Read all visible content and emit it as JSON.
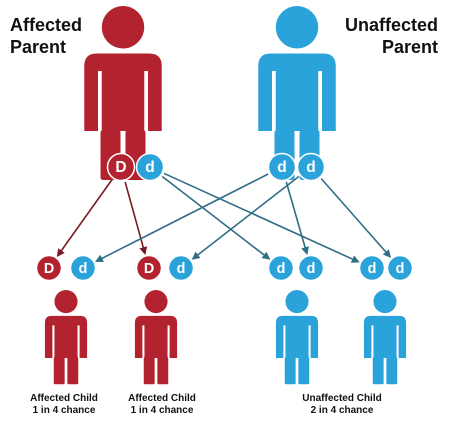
{
  "parents": [
    {
      "label_line1": "Affected",
      "label_line2": "Parent",
      "alleles": [
        "D",
        "d"
      ]
    },
    {
      "label_line1": "Unaffected",
      "label_line2": "Parent",
      "alleles": [
        "d",
        "d"
      ]
    }
  ],
  "children": [
    {
      "alleles": [
        "D",
        "d"
      ],
      "status": "affected"
    },
    {
      "alleles": [
        "D",
        "d"
      ],
      "status": "affected"
    },
    {
      "alleles": [
        "d",
        "d"
      ],
      "status": "unaffected"
    },
    {
      "alleles": [
        "d",
        "d"
      ],
      "status": "unaffected"
    }
  ],
  "captions": [
    {
      "line1": "Affected Child",
      "line2": "1 in 4 chance"
    },
    {
      "line1": "Affected Child",
      "line2": "1 in 4 chance"
    },
    {
      "line1": "Unaffected Child",
      "line2": "2 in 4 chance"
    }
  ],
  "colors": {
    "affected": "#b3232f",
    "unaffected": "#2aa2da",
    "arrow_affected": "#7a1a24",
    "arrow_unaffected": "#2f6e86"
  },
  "icons": {
    "parent_figure": "person-icon",
    "child_figure": "child-person-icon",
    "allele": "allele-circle"
  }
}
